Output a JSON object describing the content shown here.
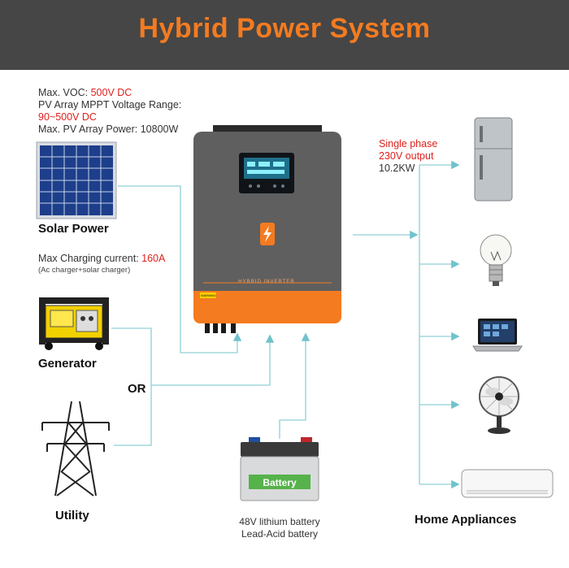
{
  "header": {
    "title": "Hybrid Power System"
  },
  "pv_specs": {
    "voc_label": "Max. VOC:",
    "voc_value": "500V DC",
    "mppt_label": "PV Array MPPT Voltage Range:",
    "mppt_value": "90~500V DC",
    "power_line": "Max. PV Array Power: 10800W"
  },
  "solar": {
    "label": "Solar Power"
  },
  "charging": {
    "label": "Max Charging current:",
    "value": "160A",
    "note": "(Ac charger+solar charger)"
  },
  "generator": {
    "label": "Generator"
  },
  "or_label": "OR",
  "utility": {
    "label": "Utility"
  },
  "battery": {
    "sticker": "Battery",
    "line1": "48V lithium battery",
    "line2": "Lead-Acid battery"
  },
  "inverter": {
    "warning_sticker": "WARNING",
    "model_text": "HYBRID INVERTER"
  },
  "output": {
    "line1": "Single phase",
    "line2": "230V output",
    "line3": "10.2KW"
  },
  "appliances": {
    "label": "Home Appliances"
  },
  "colors": {
    "header_bg": "#464646",
    "title_orange": "#f47b20",
    "accent_red": "#e0201c",
    "line_teal": "#7cc8cf",
    "inverter_grey": "#5f5f5f",
    "inverter_orange": "#f47b20"
  }
}
